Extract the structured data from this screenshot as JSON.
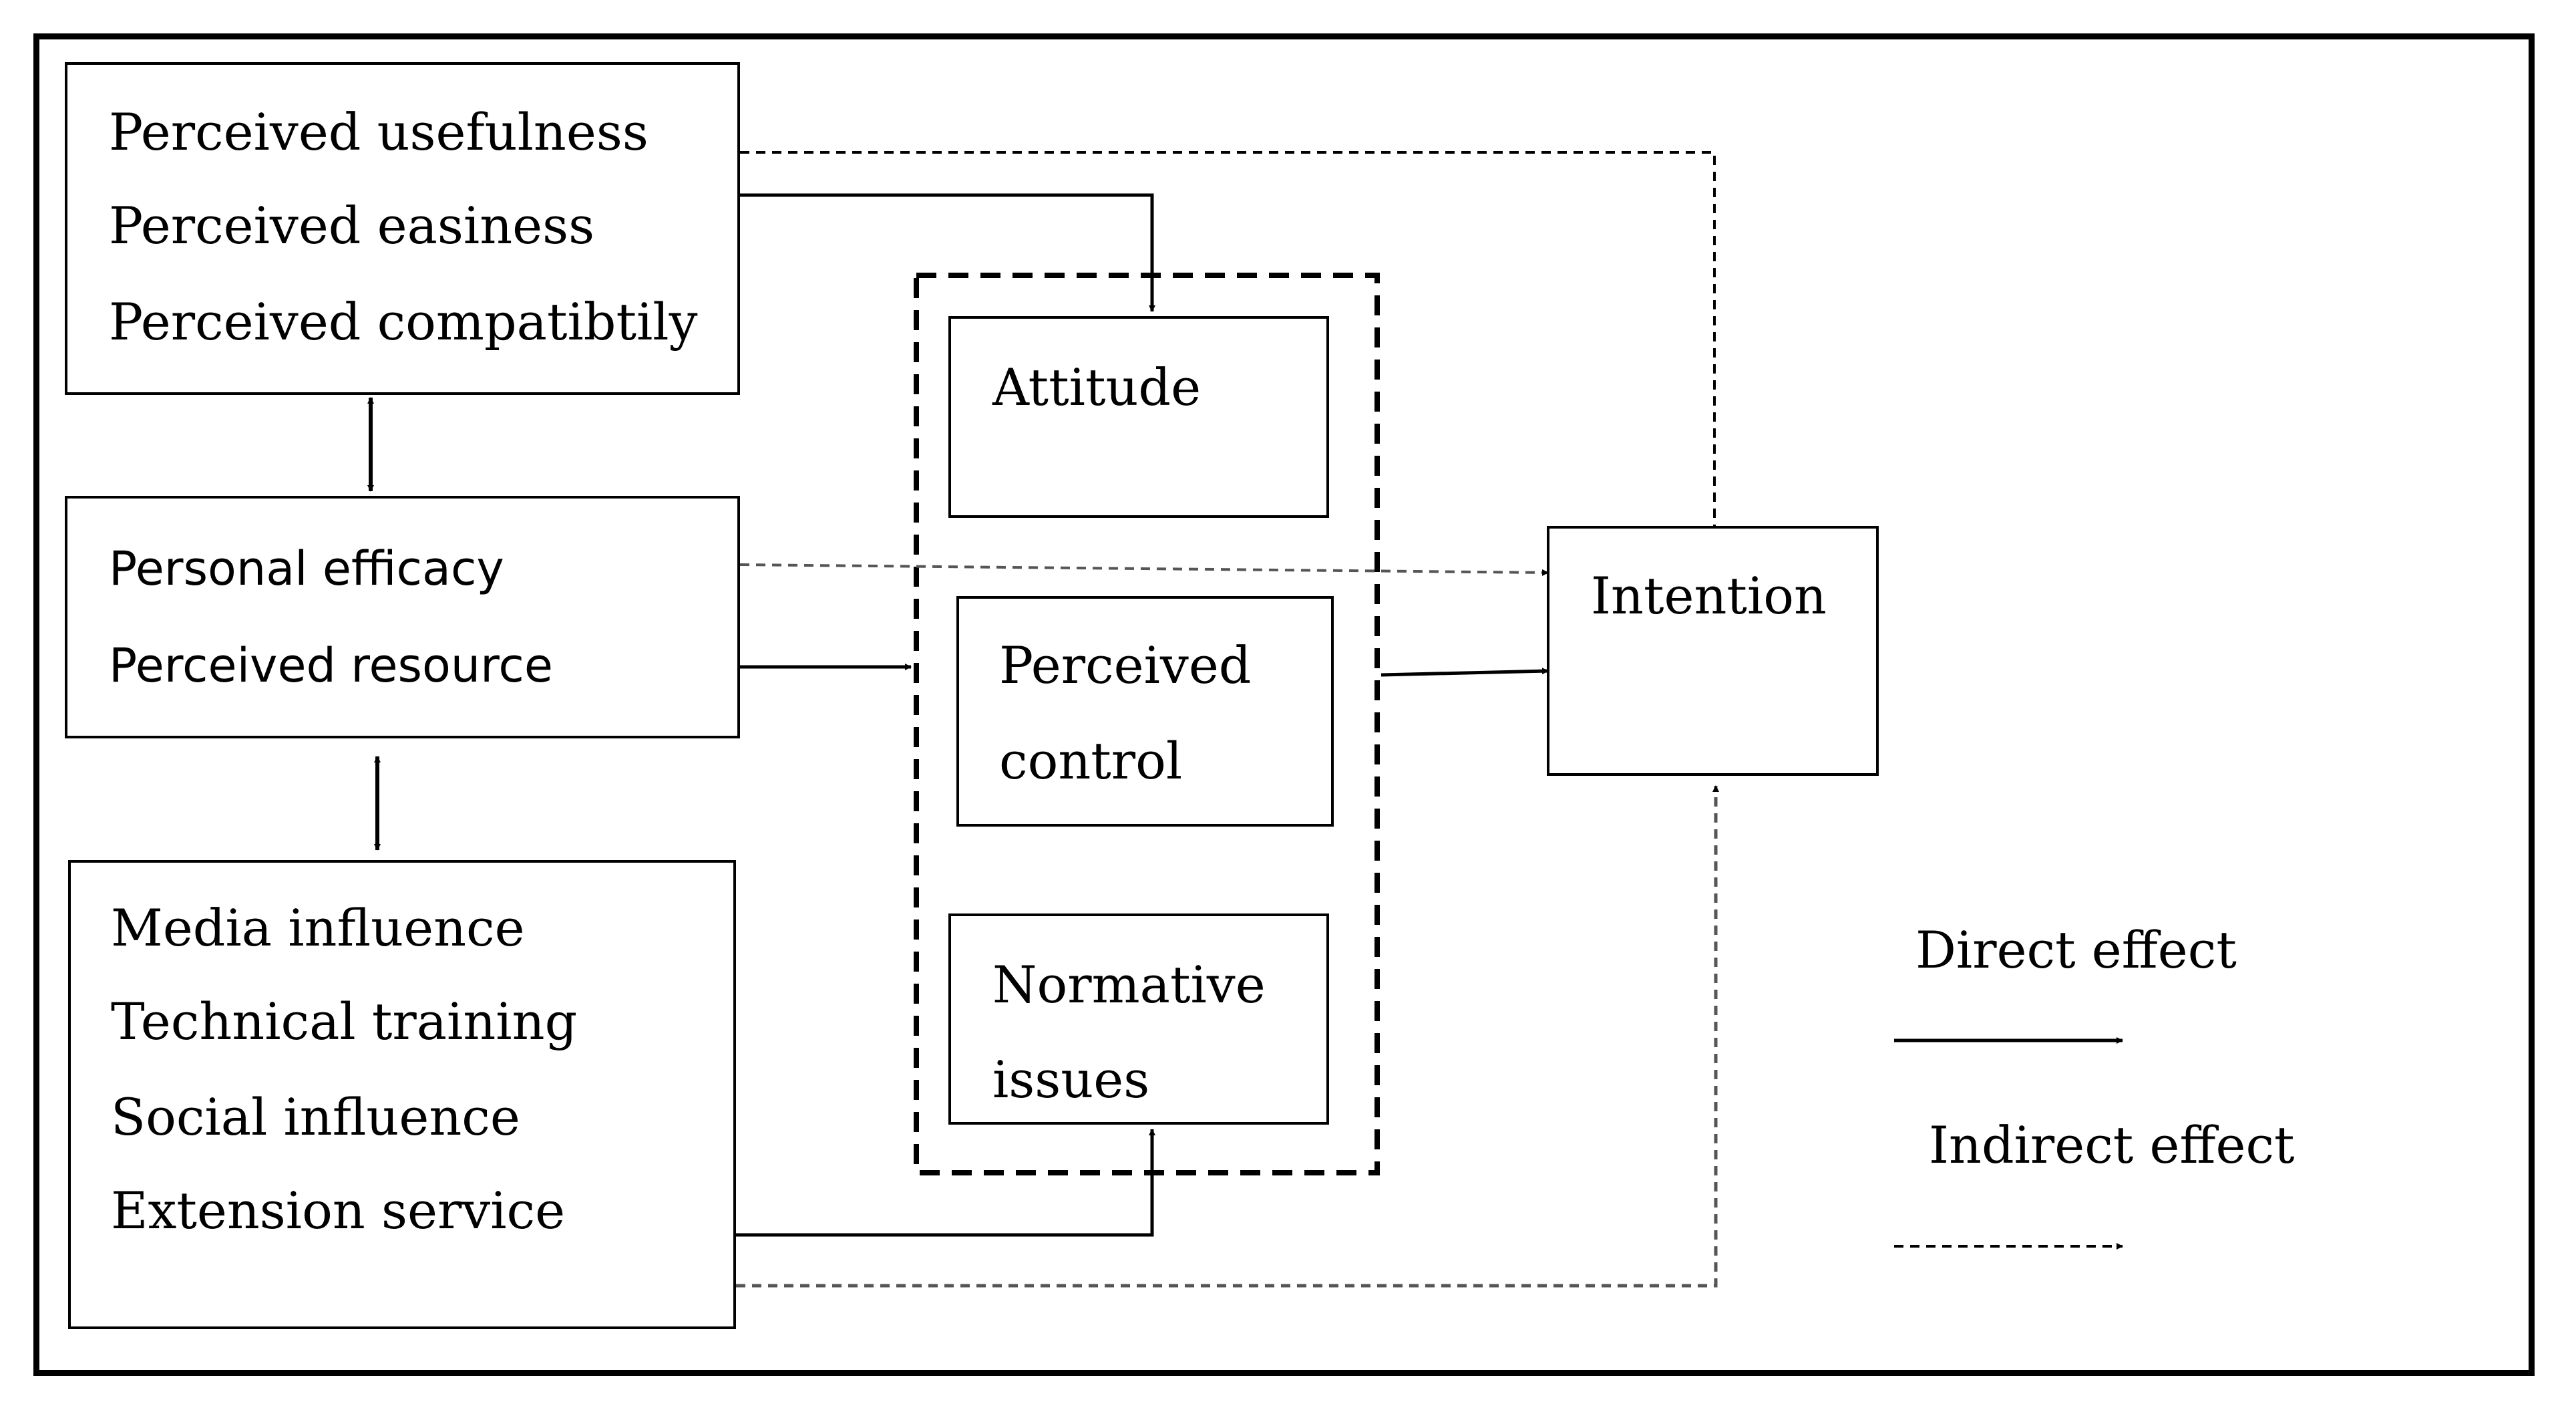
{
  "boxes": {
    "perception": {
      "lines": [
        "Perceived usefulness",
        "Perceived easiness",
        "Perceived compatibtily"
      ]
    },
    "efficacy": {
      "lines": [
        "Personal efficacy",
        "Perceived resource"
      ]
    },
    "external": {
      "lines": [
        "Media influence",
        "Technical training",
        "Social influence",
        "Extension service"
      ]
    },
    "attitude": {
      "lines": [
        "Attitude"
      ]
    },
    "control": {
      "lines": [
        "Perceived",
        "control"
      ]
    },
    "normative": {
      "lines": [
        "Normative",
        "issues"
      ]
    },
    "intention": {
      "lines": [
        "Intention"
      ]
    }
  },
  "legend": {
    "direct": "Direct effect",
    "indirect": "Indirect effect"
  },
  "colors": {
    "stroke": "#000000",
    "dashed_gray": "#555555",
    "background": "#ffffff"
  }
}
